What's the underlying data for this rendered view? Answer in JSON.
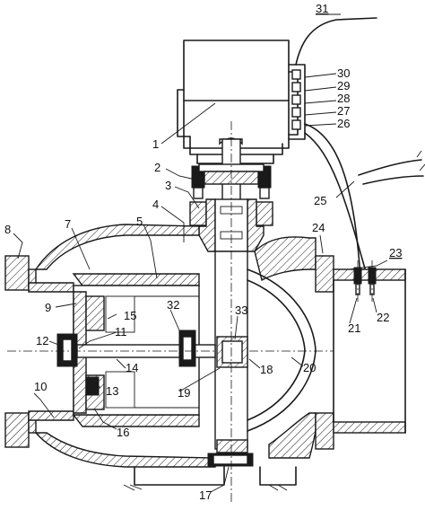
{
  "labels": {
    "l1": "1",
    "l2": "2",
    "l3": "3",
    "l4": "4",
    "l5": "5",
    "l7": "7",
    "l8": "8",
    "l9": "9",
    "l10": "10",
    "l11": "11",
    "l12": "12",
    "l13": "13",
    "l14": "14",
    "l15": "15",
    "l16": "16",
    "l17": "17",
    "l18": "18",
    "l19": "19",
    "l20": "20",
    "l21": "21",
    "l22": "22",
    "l23": "23",
    "l24": "24",
    "l25": "25",
    "l26": "26",
    "l27": "27",
    "l28": "28",
    "l29": "29",
    "l30": "30",
    "l31": "31",
    "l32": "32",
    "l33": "33"
  }
}
